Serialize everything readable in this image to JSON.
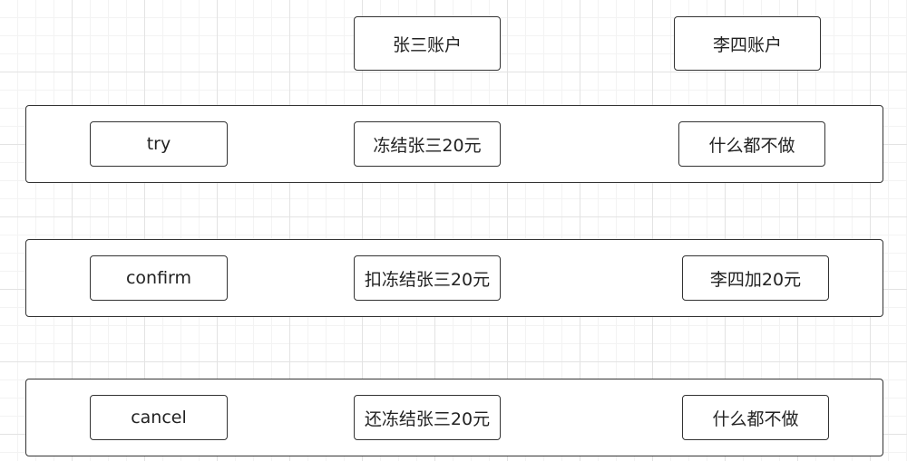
{
  "accounts": {
    "zhangsan": "张三账户",
    "lisi": "李四账户"
  },
  "phases": [
    {
      "name": "try",
      "zhangsan_action": "冻结张三20元",
      "lisi_action": "什么都不做"
    },
    {
      "name": "confirm",
      "zhangsan_action": "扣冻结张三20元",
      "lisi_action": "李四加20元"
    },
    {
      "name": "cancel",
      "zhangsan_action": "还冻结张三20元",
      "lisi_action": "什么都不做"
    }
  ]
}
